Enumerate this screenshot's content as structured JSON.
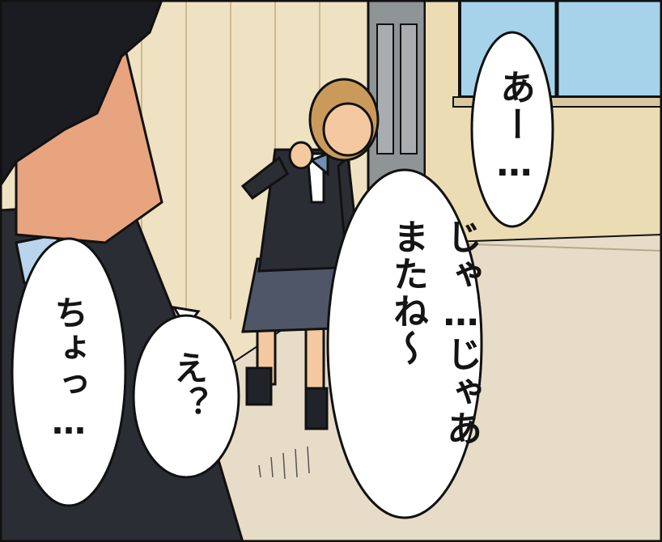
{
  "dialogue": [
    {
      "speaker": "girl",
      "text": "あー…"
    },
    {
      "speaker": "girl",
      "text": "じゃ…じゃあ\nまたね〜"
    },
    {
      "speaker": "boy",
      "text": "え？"
    },
    {
      "speaker": "boy",
      "text": "ちょっ…"
    }
  ],
  "colors": {
    "wall": "#efe2c2",
    "wall_shadow": "#d8c7a0",
    "floor": "#e7dcc7",
    "door": "#8f9496",
    "window_sky": "#a7d3ea",
    "uniform": "#2a2d34",
    "skirt": "#4f5668",
    "hair_girl": "#c99a5a",
    "hair_boy": "#1a1c22",
    "skin": "#f4c9a0",
    "skin_boy": "#e7a47e",
    "outline": "#111111"
  }
}
